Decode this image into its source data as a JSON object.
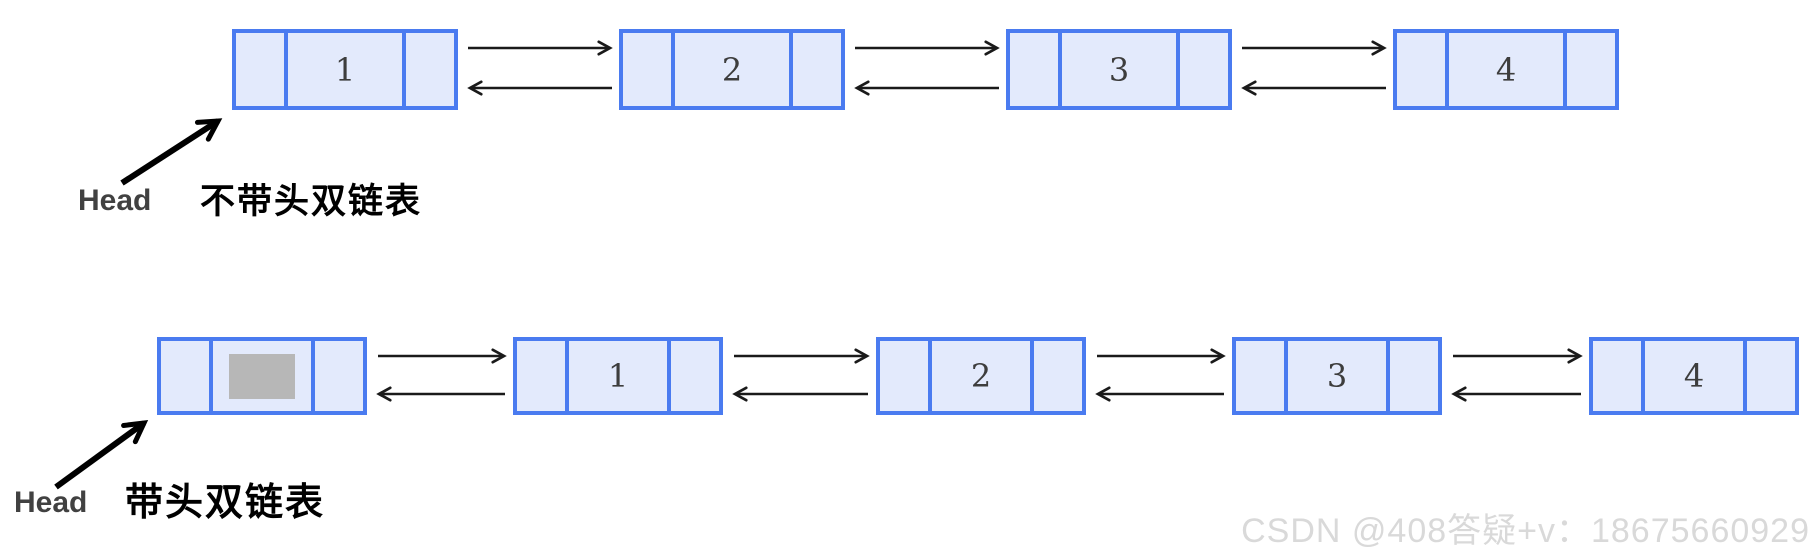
{
  "colors": {
    "node_border": "#4a7bf0",
    "node_fill": "#e3eafc",
    "gray_box": "#b7b7b7",
    "arrow": "#1a1a1a",
    "head_label": "#414141",
    "title": "#000000",
    "watermark": "#d9d9d9",
    "digit": "#3d3d3d"
  },
  "diagrams": [
    {
      "id": "doubly-linked-list-without-head",
      "head_label": "Head",
      "title": "不带头双链表",
      "nodes": [
        "1",
        "2",
        "3",
        "4"
      ]
    },
    {
      "id": "doubly-linked-list-with-head",
      "head_label": "Head",
      "title": "带头双链表",
      "head_node": "sentinel-node-with-gray-data-box",
      "nodes": [
        "1",
        "2",
        "3",
        "4"
      ]
    }
  ],
  "watermark": "CSDN @408答疑+v：18675660929"
}
